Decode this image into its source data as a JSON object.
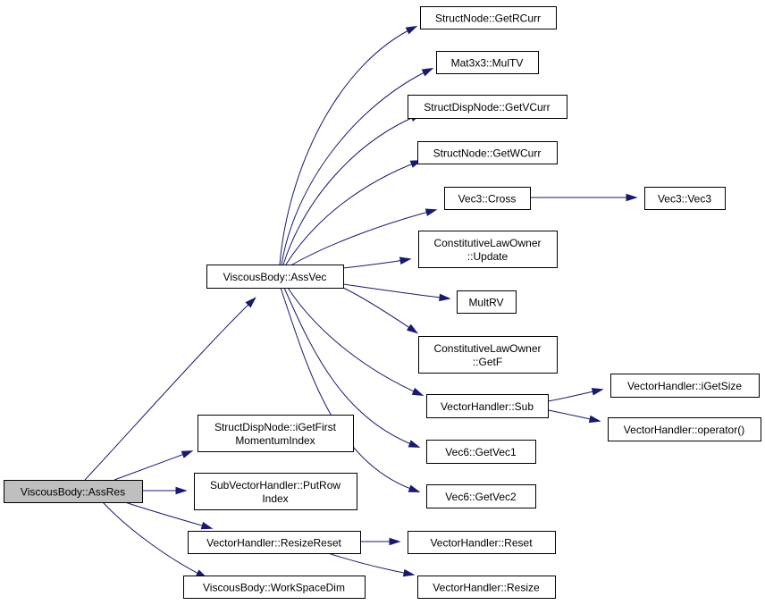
{
  "diagram": {
    "nodes": [
      {
        "id": "assres",
        "lines": [
          "ViscousBody::AssRes"
        ],
        "root": true
      },
      {
        "id": "assvec",
        "lines": [
          "ViscousBody::AssVec"
        ]
      },
      {
        "id": "getrcurr",
        "lines": [
          "StructNode::GetRCurr"
        ]
      },
      {
        "id": "multv",
        "lines": [
          "Mat3x3::MulTV"
        ]
      },
      {
        "id": "getvcurr",
        "lines": [
          "StructDispNode::GetVCurr"
        ]
      },
      {
        "id": "getwcurr",
        "lines": [
          "StructNode::GetWCurr"
        ]
      },
      {
        "id": "cross",
        "lines": [
          "Vec3::Cross"
        ]
      },
      {
        "id": "vec3",
        "lines": [
          "Vec3::Vec3"
        ]
      },
      {
        "id": "update",
        "lines": [
          "ConstitutiveLawOwner",
          "::Update"
        ]
      },
      {
        "id": "multrv",
        "lines": [
          "MultRV"
        ]
      },
      {
        "id": "getf",
        "lines": [
          "ConstitutiveLawOwner",
          "::GetF"
        ]
      },
      {
        "id": "sub",
        "lines": [
          "VectorHandler::Sub"
        ]
      },
      {
        "id": "igetsize",
        "lines": [
          "VectorHandler::iGetSize"
        ]
      },
      {
        "id": "operator",
        "lines": [
          "VectorHandler::operator()"
        ]
      },
      {
        "id": "getvec1",
        "lines": [
          "Vec6::GetVec1"
        ]
      },
      {
        "id": "getvec2",
        "lines": [
          "Vec6::GetVec2"
        ]
      },
      {
        "id": "igetfirst",
        "lines": [
          "StructDispNode::iGetFirst",
          "MomentumIndex"
        ]
      },
      {
        "id": "putrow",
        "lines": [
          "SubVectorHandler::PutRow",
          "Index"
        ]
      },
      {
        "id": "resizereset",
        "lines": [
          "VectorHandler::ResizeReset"
        ]
      },
      {
        "id": "reset",
        "lines": [
          "VectorHandler::Reset"
        ]
      },
      {
        "id": "workspacedim",
        "lines": [
          "ViscousBody::WorkSpaceDim"
        ]
      },
      {
        "id": "resize",
        "lines": [
          "VectorHandler::Resize"
        ]
      }
    ],
    "edges": [
      {
        "from": "assres",
        "to": "assvec"
      },
      {
        "from": "assres",
        "to": "igetfirst"
      },
      {
        "from": "assres",
        "to": "putrow"
      },
      {
        "from": "assres",
        "to": "resizereset"
      },
      {
        "from": "assres",
        "to": "workspacedim"
      },
      {
        "from": "assvec",
        "to": "getrcurr"
      },
      {
        "from": "assvec",
        "to": "multv"
      },
      {
        "from": "assvec",
        "to": "getvcurr"
      },
      {
        "from": "assvec",
        "to": "getwcurr"
      },
      {
        "from": "assvec",
        "to": "cross"
      },
      {
        "from": "assvec",
        "to": "update"
      },
      {
        "from": "assvec",
        "to": "multrv"
      },
      {
        "from": "assvec",
        "to": "getf"
      },
      {
        "from": "assvec",
        "to": "sub"
      },
      {
        "from": "assvec",
        "to": "getvec1"
      },
      {
        "from": "assvec",
        "to": "getvec2"
      },
      {
        "from": "cross",
        "to": "vec3"
      },
      {
        "from": "sub",
        "to": "igetsize"
      },
      {
        "from": "sub",
        "to": "operator"
      },
      {
        "from": "resizereset",
        "to": "reset"
      },
      {
        "from": "resizereset",
        "to": "resize"
      }
    ]
  },
  "colors": {
    "edge": "#191970",
    "root_fill": "#bfbfbf",
    "node_fill": "#ffffff",
    "node_stroke": "#000000"
  }
}
